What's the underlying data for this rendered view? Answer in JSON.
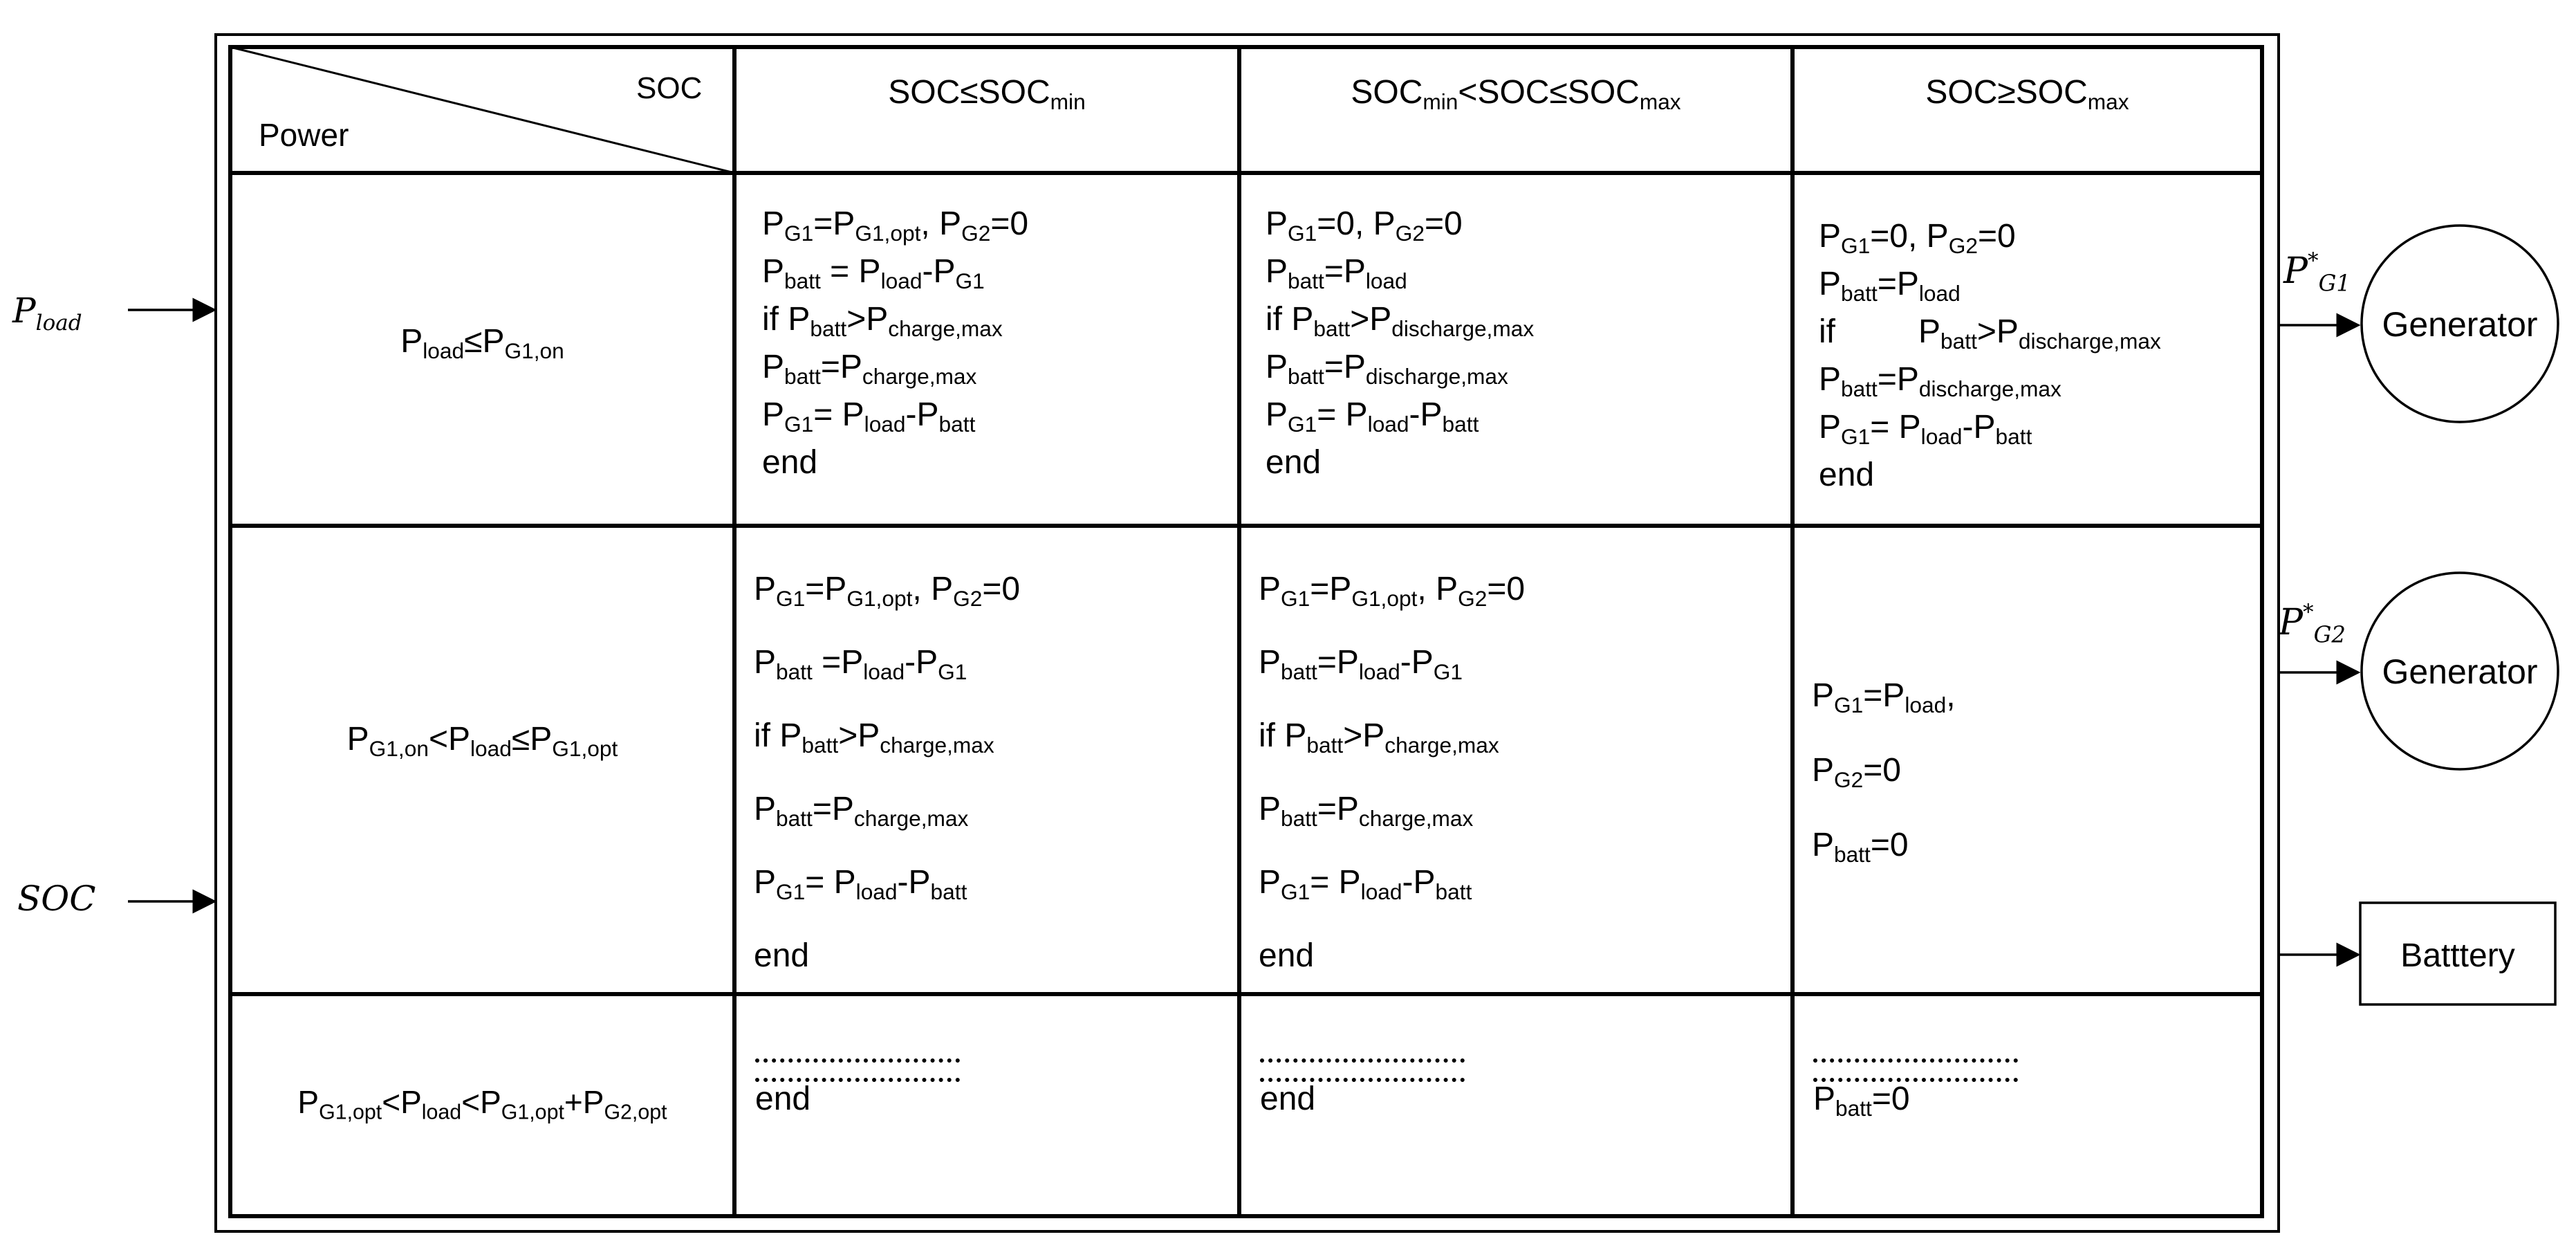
{
  "header": {
    "corner_top": "SOC",
    "corner_bottom": "Power",
    "col1": "SOC≤SOC<sub>min</sub>",
    "col2": "SOC<sub>min</sub>&lt;SOC≤SOC<sub>max</sub>",
    "col3": "SOC≥SOC<sub>max</sub>"
  },
  "rows": [
    {
      "condition": "P<sub>load</sub>≤P<sub>G1,on</sub>",
      "col1": [
        "P<sub>G1</sub>=P<sub>G1,opt</sub>, P<sub>G2</sub>=0",
        "P<sub>batt</sub> = P<sub>load</sub>-P<sub>G1</sub>",
        "if P<sub>batt</sub>&gt;P<sub>charge,max</sub>",
        "P<sub>batt</sub>=P<sub>charge,max</sub>",
        "P<sub>G1</sub>= P<sub>load</sub>-P<sub>batt</sub>",
        "end"
      ],
      "col2": [
        "P<sub>G1</sub>=0, P<sub>G2</sub>=0",
        "P<sub>batt</sub>=P<sub>load</sub>",
        "if P<sub>batt</sub>&gt;P<sub>discharge,max</sub>",
        "P<sub>batt</sub>=P<sub>discharge,max</sub>",
        "P<sub>G1</sub>= P<sub>load</sub>-P<sub>batt</sub>",
        "end"
      ],
      "col3": [
        "P<sub>G1</sub>=0, P<sub>G2</sub>=0",
        "P<sub>batt</sub>=P<sub>load</sub>",
        "if&nbsp;&nbsp;&nbsp;&nbsp;&nbsp;&nbsp;&nbsp;&nbsp;&nbsp;P<sub>batt</sub>&gt;P<sub>discharge,max</sub>",
        "P<sub>batt</sub>=P<sub>discharge,max</sub>",
        "P<sub>G1</sub>= P<sub>load</sub>-P<sub>batt</sub>",
        "end"
      ]
    },
    {
      "condition": "P<sub>G1,on</sub>&lt;P<sub>load</sub>≤P<sub>G1,opt</sub>",
      "col1": [
        "P<sub>G1</sub>=P<sub>G1,opt</sub>, P<sub>G2</sub>=0",
        "P<sub>batt</sub> =P<sub>load</sub>-P<sub>G1</sub>",
        "if P<sub>batt</sub>&gt;P<sub>charge,max</sub>",
        "P<sub>batt</sub>=P<sub>charge,max</sub>",
        "P<sub>G1</sub>= P<sub>load</sub>-P<sub>batt</sub>",
        "end"
      ],
      "col2": [
        "P<sub>G1</sub>=P<sub>G1,opt</sub>, P<sub>G2</sub>=0",
        "P<sub>batt</sub>=P<sub>load</sub>-P<sub>G1</sub>",
        "if P<sub>batt</sub>&gt;P<sub>charge,max</sub>",
        "P<sub>batt</sub>=P<sub>charge,max</sub>",
        "P<sub>G1</sub>= P<sub>load</sub>-P<sub>batt</sub>",
        "end"
      ],
      "col3": [
        "P<sub>G1</sub>=P<sub>load</sub>,",
        "P<sub>G2</sub>=0",
        "P<sub>batt</sub>=0"
      ]
    },
    {
      "condition": "P<sub>G1,opt</sub>&lt;P<sub>load</sub>&lt;P<sub>G1,opt</sub>+P<sub>G2,opt</sub>",
      "col1": [
        "end"
      ],
      "col2": [
        "end"
      ],
      "col3": [
        "P<sub>batt</sub>=0"
      ]
    }
  ],
  "inputs": {
    "pload": "P<sub>load</sub>",
    "soc": "SOC"
  },
  "outputs": {
    "g1_label": "P<sup>*</sup><sub>G1</sub>",
    "g2_label": "P<sup>*</sup><sub>G2</sub>",
    "gen1": "Generator",
    "gen2": "Generator",
    "battery": "Batttery"
  }
}
